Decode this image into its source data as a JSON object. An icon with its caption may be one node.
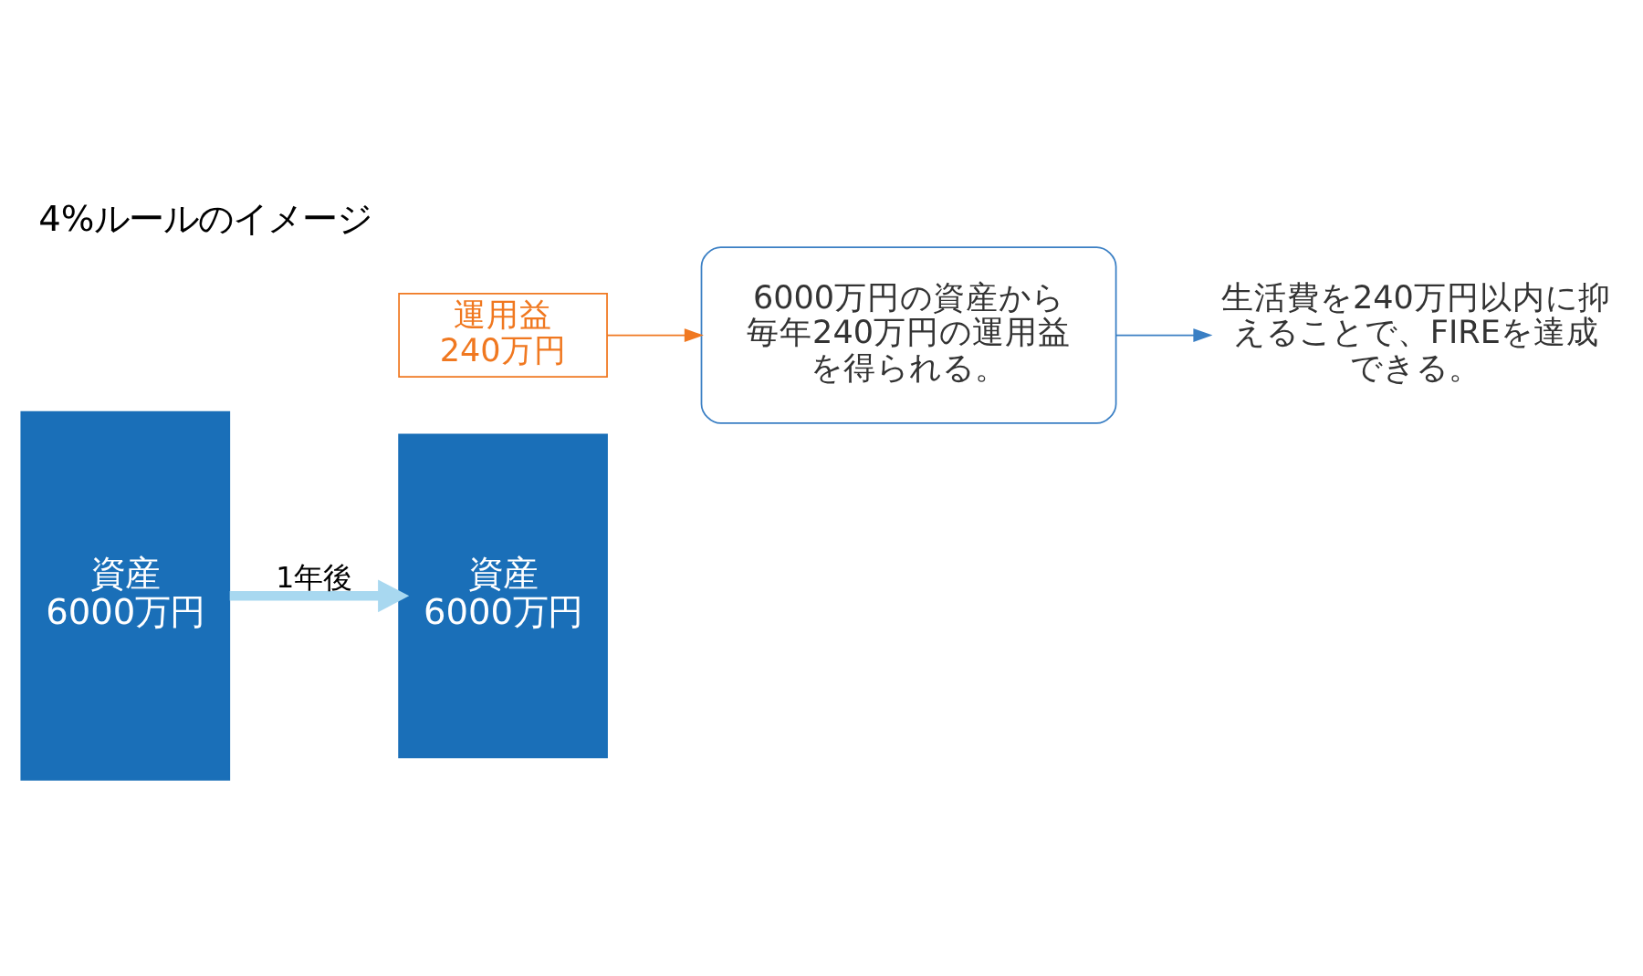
{
  "diagram": {
    "title": "4%ルールのイメージ",
    "nodes": [
      {
        "text": [
          "資産",
          "6000万円"
        ]
      },
      {
        "text": [
          "運用益",
          "240万円"
        ]
      },
      {
        "text": [
          "資産",
          "6000万円"
        ]
      },
      {
        "text": [
          "6000万円の資産から毎年240万円の運用益を得られる。"
        ]
      },
      {
        "text": [
          "生活費を240万円以内に抑えることで、FIREを達成できる。"
        ]
      }
    ],
    "edges": [
      {
        "from": 0,
        "to": 2,
        "arrow": "to",
        "label": "1年後",
        "style": "thick",
        "color": "#a8d8f0"
      },
      {
        "from": 1,
        "to": 3,
        "arrow": "to",
        "color": "#f07820"
      },
      {
        "from": 3,
        "to": 4,
        "arrow": "to",
        "color": "#3a7fc4"
      }
    ]
  }
}
